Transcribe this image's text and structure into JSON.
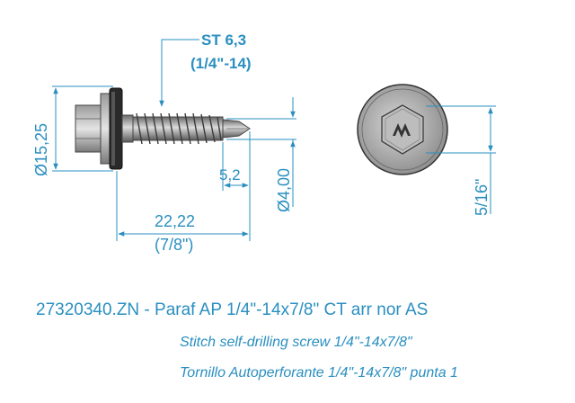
{
  "drawing": {
    "thread_spec": "ST 6,3",
    "thread_spec_imperial": "(1/4\"-14)",
    "head_diameter": "Ø15,25",
    "tip_length": "5,2",
    "shank_diameter": "Ø4,00",
    "overall_length": "22,22",
    "overall_length_imperial": "(7/8\")",
    "hex_size": "5/16\""
  },
  "captions": {
    "code_line": "27320340.ZN - Paraf AP 1/4\"-14x7/8\" CT arr nor AS",
    "english_line": "Stitch self-drilling screw 1/4\"-14x7/8\"",
    "spanish_line": "Tornillo Autoperforante 1/4\"-14x7/8\" punta 1"
  },
  "colors": {
    "dimension": "#2a8fc0",
    "metal_dark": "#4a4a4a",
    "metal_light": "#c8c8c8",
    "washer": "#222222"
  }
}
